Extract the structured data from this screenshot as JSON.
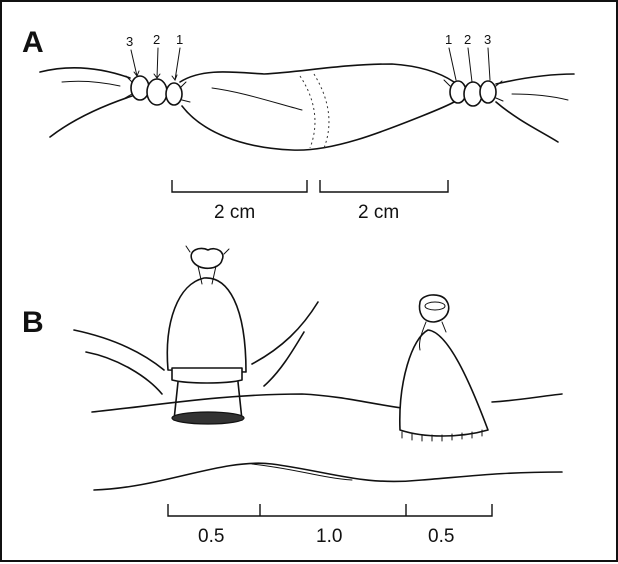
{
  "panel_a": {
    "label": "A",
    "left_ligature_numbers": [
      "3",
      "2",
      "1"
    ],
    "right_ligature_numbers": [
      "1",
      "2",
      "3"
    ],
    "scale_left": "2 cm",
    "scale_right": "2 cm"
  },
  "panel_b": {
    "label": "B",
    "scale_segments": [
      "0.5",
      "1.0",
      "0.5"
    ]
  }
}
